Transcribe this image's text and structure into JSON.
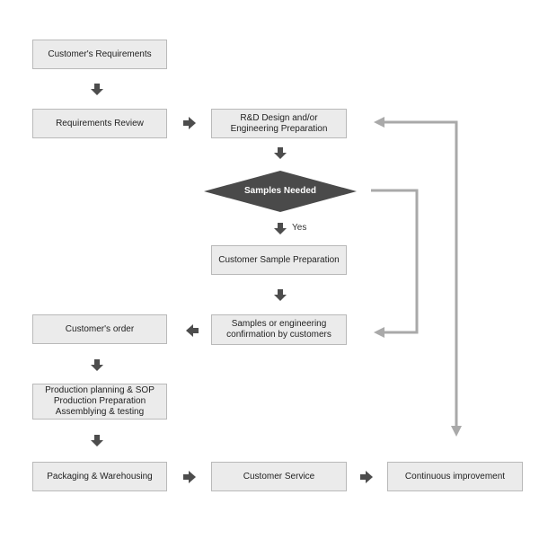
{
  "colors": {
    "box_fill": "#ebebeb",
    "box_border": "#b9b9b9",
    "dark_arrow": "#4d4d4d",
    "feedback_line": "#a9a9a9",
    "decision_fill": "#4a4a4a"
  },
  "nodes": {
    "customers_requirements": "Customer's Requirements",
    "requirements_review": "Requirements Review",
    "rd_design": [
      "R&D Design and/or",
      "Engineering Preparation"
    ],
    "samples_needed": "Samples Needed",
    "yes_label": "Yes",
    "customer_sample_preparation": "Customer Sample Preparation",
    "samples_confirmation": [
      "Samples or engineering",
      "confirmation by customers"
    ],
    "customers_order": "Customer's order",
    "production": [
      "Production planning & SOP",
      "Production Preparation",
      "Assemblying & testing"
    ],
    "packaging": "Packaging & Warehousing",
    "customer_service": "Customer Service",
    "continuous_improvement": "Continuous improvement"
  }
}
